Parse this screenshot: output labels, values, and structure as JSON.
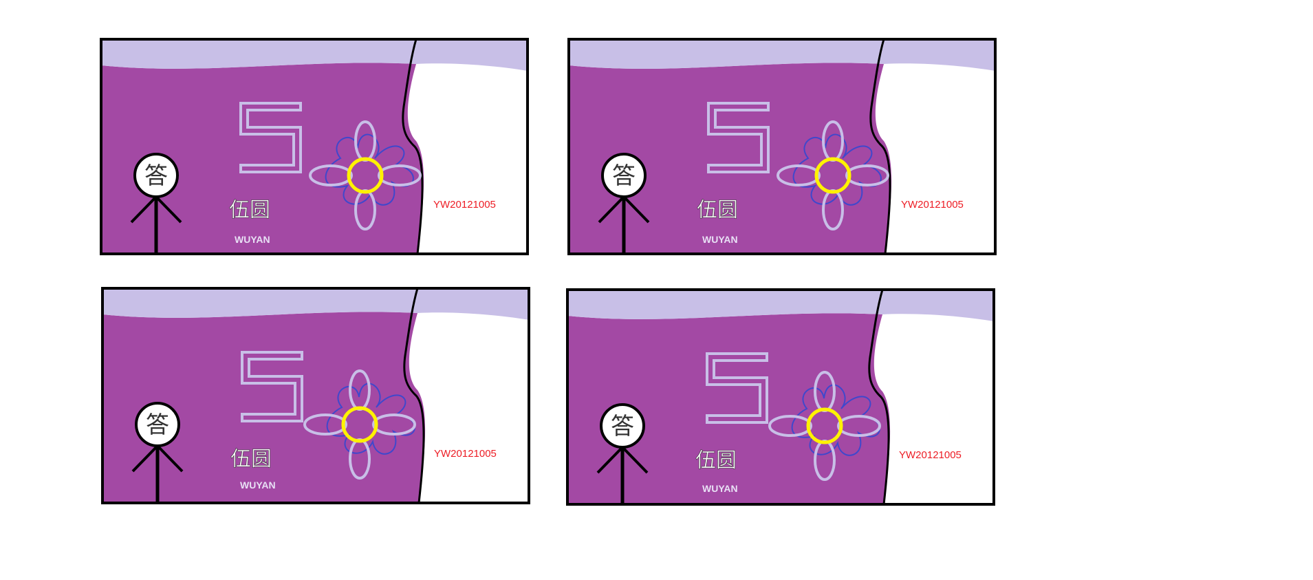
{
  "colors": {
    "note_body": "#a349a4",
    "top_band": "#c8bfe7",
    "outline": "#000000",
    "white": "#ffffff",
    "serial": "#ed1c24",
    "lavender": "#c8bfe7",
    "flower_outline": "#3f48cc",
    "ring": "#fff200"
  },
  "notes": [
    {
      "denomination": "5",
      "chinese": "伍圆",
      "latin": "WUYAN",
      "serial": "YW20121005",
      "face_char": "答"
    },
    {
      "denomination": "5",
      "chinese": "伍圆",
      "latin": "WUYAN",
      "serial": "YW20121005",
      "face_char": "答"
    },
    {
      "denomination": "5",
      "chinese": "伍圆",
      "latin": "WUYAN",
      "serial": "YW20121005",
      "face_char": "答"
    },
    {
      "denomination": "5",
      "chinese": "伍圆",
      "latin": "WUYAN",
      "serial": "YW20121005",
      "face_char": "答"
    }
  ]
}
